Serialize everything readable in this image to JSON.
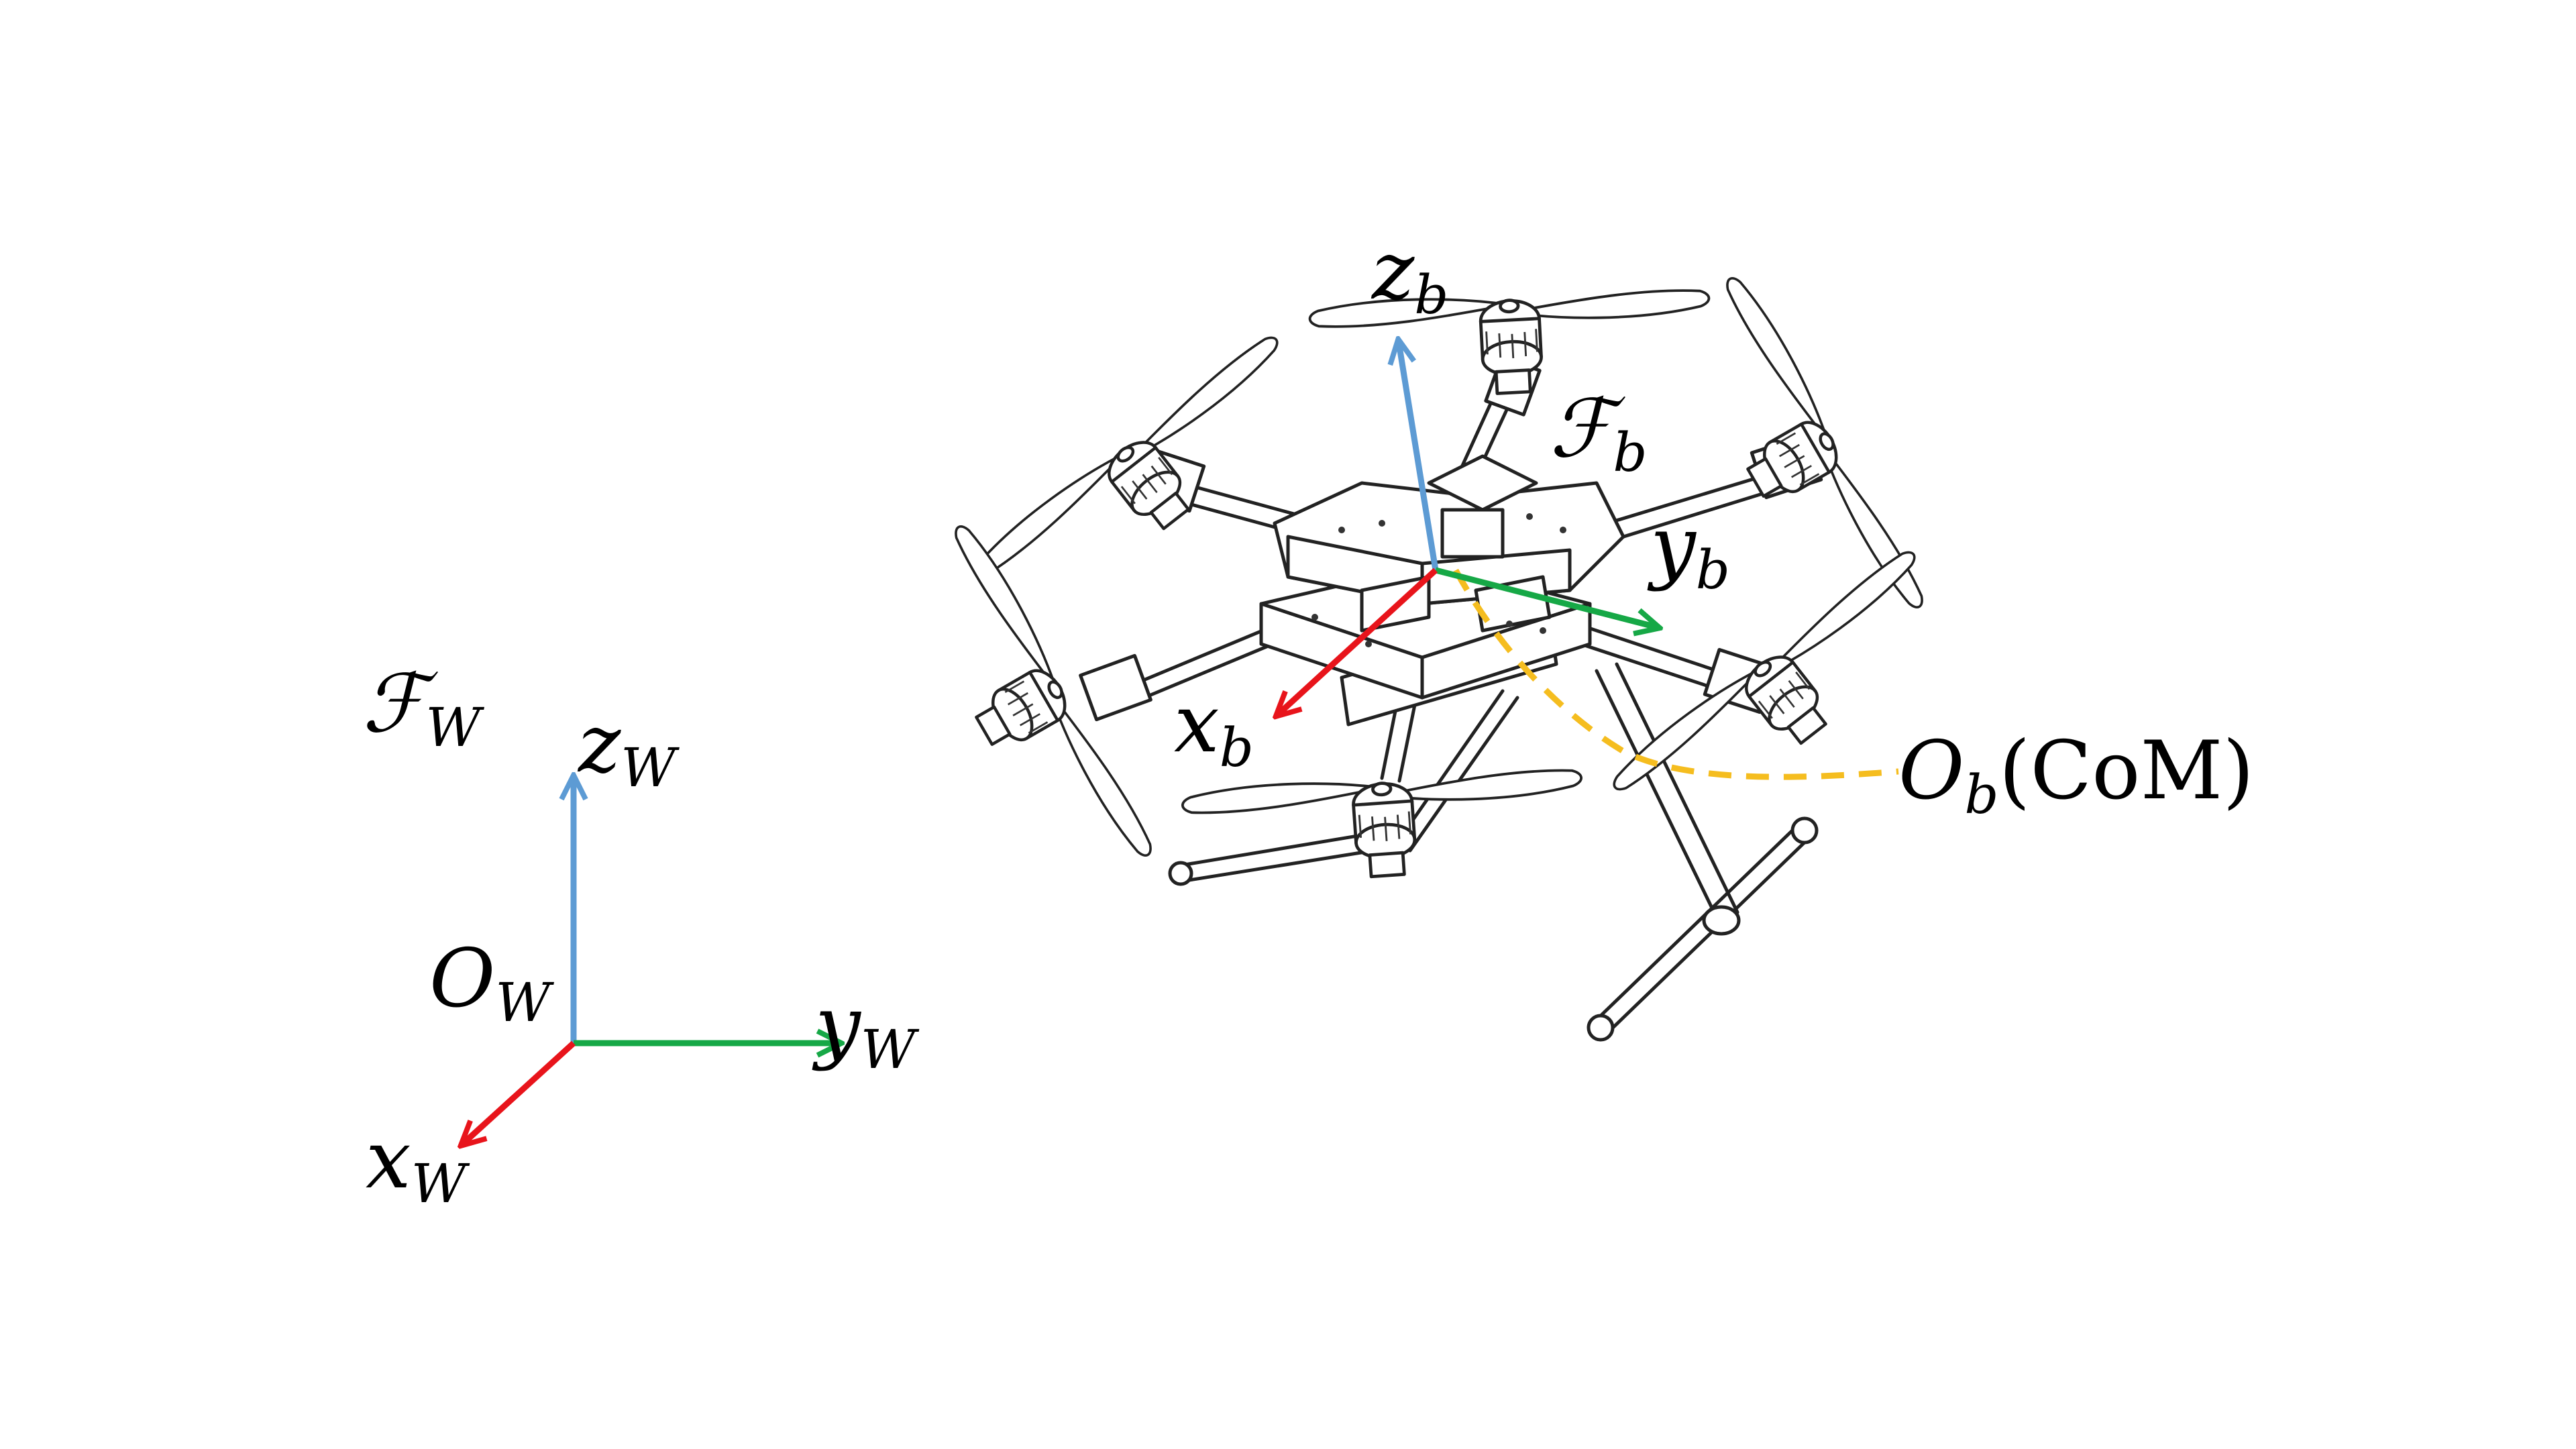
{
  "world_frame": {
    "frame_symbol": "ℱ",
    "frame_sub": "W",
    "origin_symbol": "O",
    "origin_sub": "W",
    "x_symbol": "x",
    "x_sub": "W",
    "y_symbol": "y",
    "y_sub": "W",
    "z_symbol": "z",
    "z_sub": "W"
  },
  "body_frame": {
    "frame_symbol": "ℱ",
    "frame_sub": "b",
    "x_symbol": "x",
    "x_sub": "b",
    "y_symbol": "y",
    "y_sub": "b",
    "z_symbol": "z",
    "z_sub": "b"
  },
  "com_label": {
    "symbol": "O",
    "sub": "b",
    "text": "(CoM)"
  },
  "colors": {
    "x_axis": "#e8141b",
    "y_axis": "#16a846",
    "z_axis": "#5d9bd4",
    "com_dashed": "#f5bd1f"
  },
  "icons": {
    "vehicle": "hexacopter-drone-illustration"
  }
}
